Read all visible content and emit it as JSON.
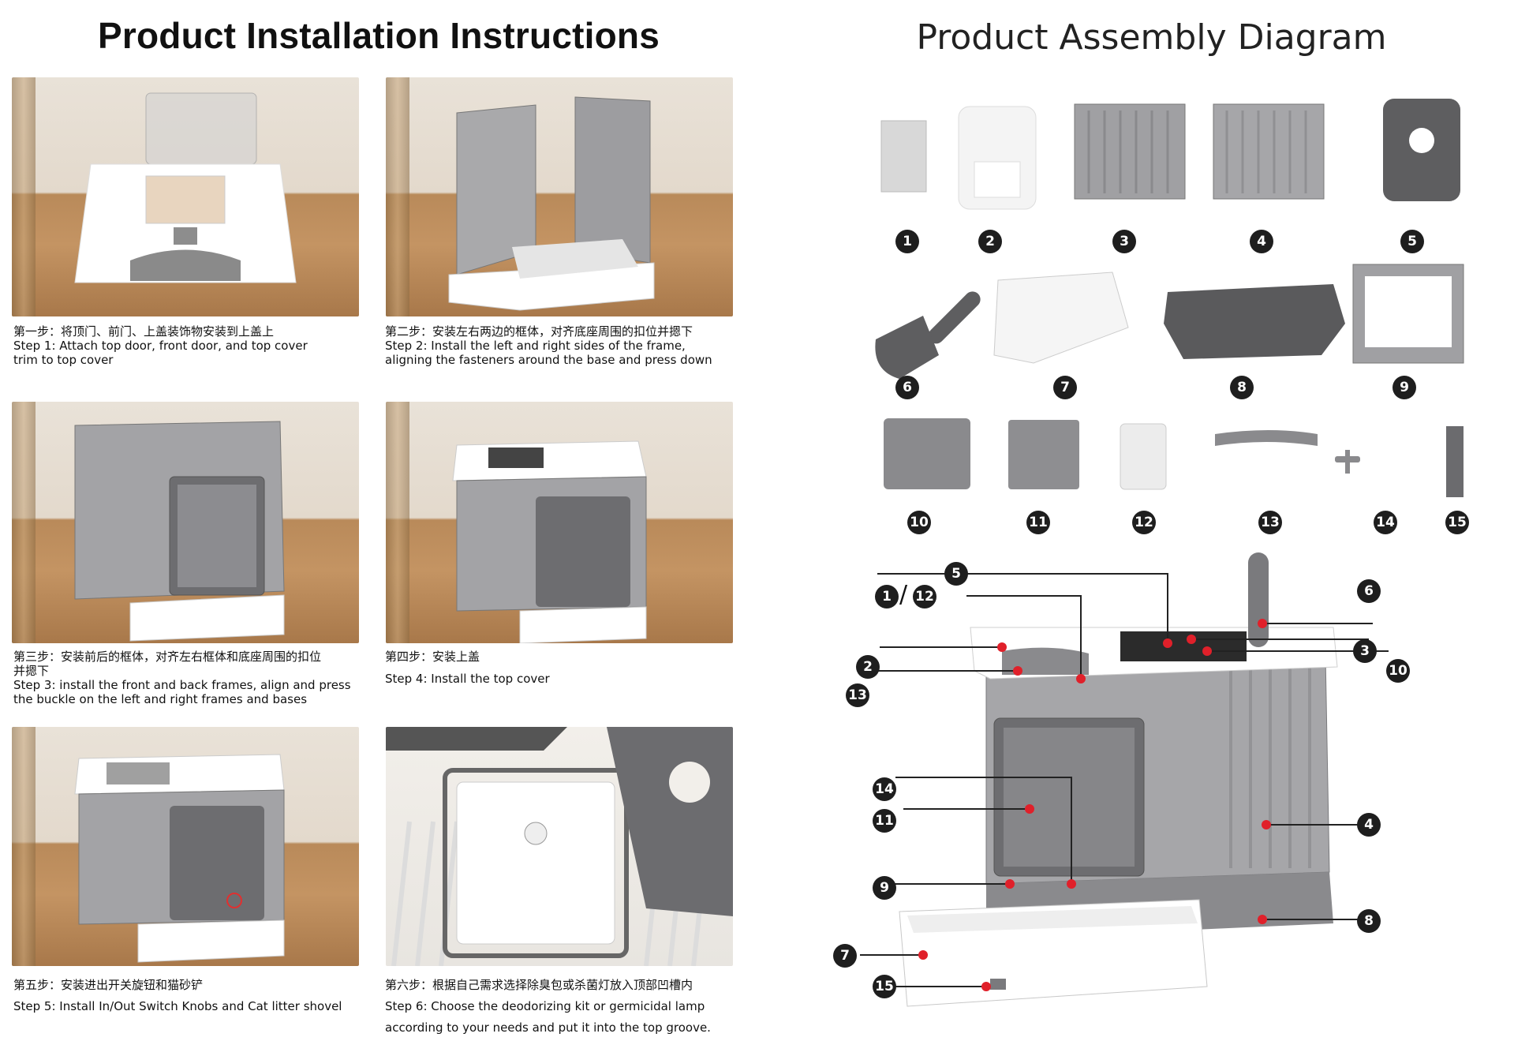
{
  "left_title": "Product Installation Instructions",
  "right_title": "Product Assembly Diagram",
  "steps": [
    {
      "zh": "第一步：将顶门、前门、上盖装饰物安装到上盖上",
      "en1": "Step 1: Attach top door, front door, and top cover",
      "en2": "trim to top cover"
    },
    {
      "zh": "第二步：安装左右两边的框体，对齐底座周围的扣位并摁下",
      "en1": "Step 2: Install the left and right sides of the frame,",
      "en2": "aligning the fasteners around the base and press down"
    },
    {
      "zh": "第三步：安装前后的框体，对齐左右框体和底座周围的扣位",
      "zh2": "并摁下",
      "en1": "Step 3:  install the front and back frames, align and press",
      "en2": "the buckle on the left and right frames and bases"
    },
    {
      "zh": "第四步：安装上盖",
      "en1": "Step 4: Install the top cover"
    },
    {
      "zh": "第五步：安装进出开关旋钮和猫砂铲",
      "en1": "Step 5: Install In/Out Switch Knobs and Cat litter shovel"
    },
    {
      "zh": "第六步：根据自己需求选择除臭包或杀菌灯放入顶部凹槽内",
      "en1": "Step 6: Choose the deodorizing kit or germicidal lamp",
      "en2": "according to your needs and put it into the top groove."
    }
  ],
  "parts": [
    "1",
    "2",
    "3",
    "4",
    "5",
    "6",
    "7",
    "8",
    "9",
    "10",
    "11",
    "12",
    "13",
    "14",
    "15"
  ],
  "callouts": {
    "n1_12": {
      "a": "1",
      "sep": "/",
      "b": "12"
    },
    "n2": "2",
    "n3": "3",
    "n4": "4",
    "n5": "5",
    "n6": "6",
    "n7": "7",
    "n8": "8",
    "n9": "9",
    "n10": "10",
    "n11": "11",
    "n13": "13",
    "n14": "14",
    "n15": "15"
  }
}
